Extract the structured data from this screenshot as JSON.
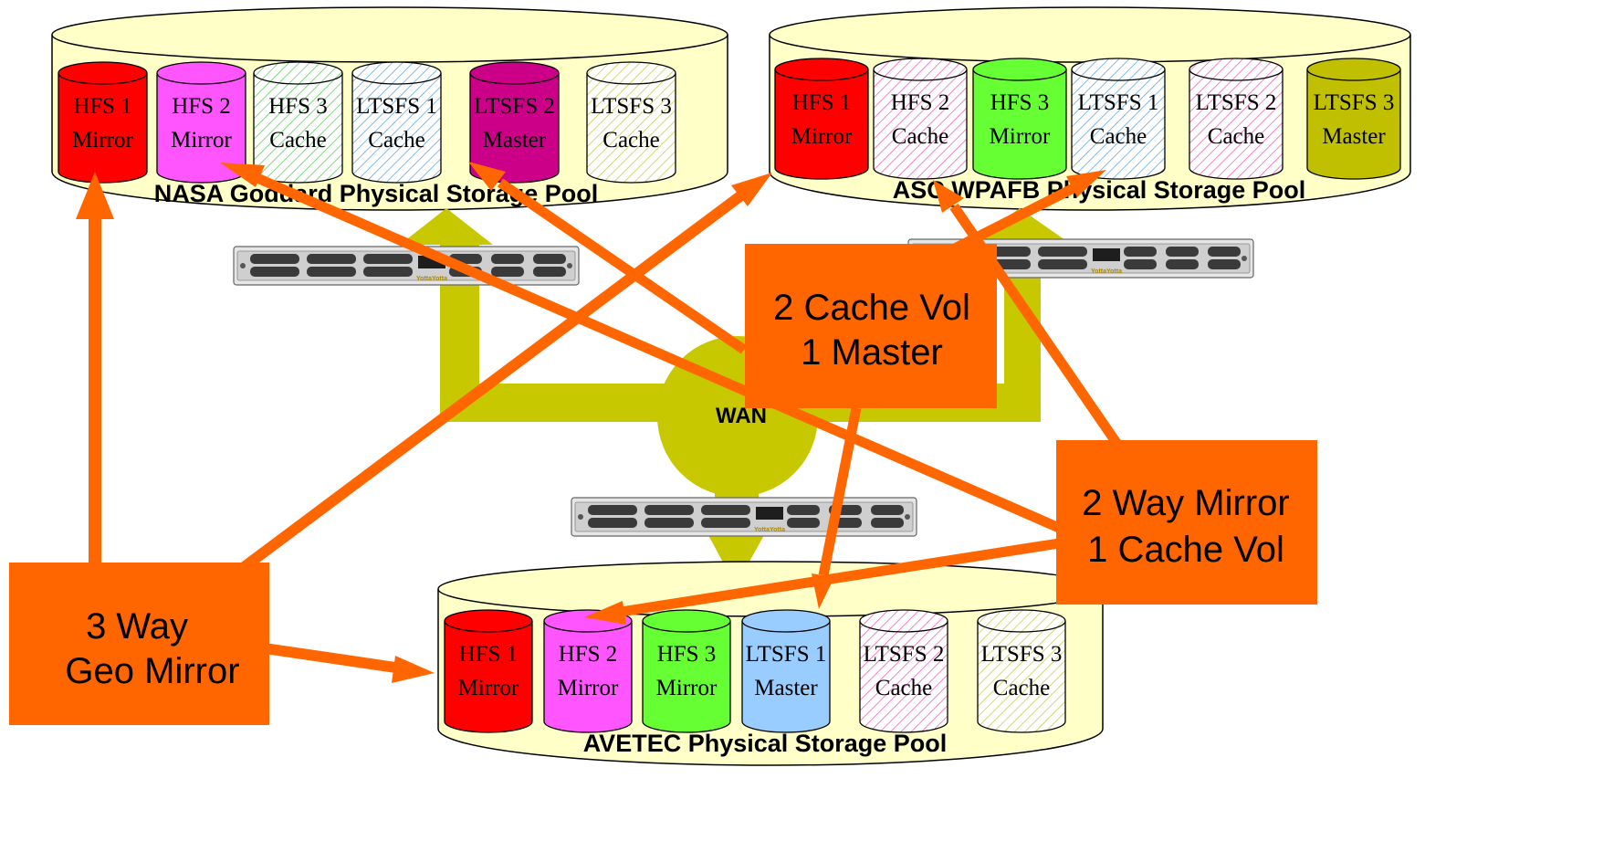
{
  "colors": {
    "pool_fill": "#ffffc8",
    "wan": "#c8c800",
    "arrow": "#ff6600",
    "callout": "#ff6600",
    "red": "#ff0000",
    "magenta": "#ff55ff",
    "green": "#66ff33",
    "dark_magenta": "#cc0088",
    "olive": "#c0c000",
    "light_blue": "#99ccff",
    "hatch_green": "#66cc66",
    "hatch_blue": "#66aadd",
    "hatch_pink": "#ee66bb",
    "hatch_yellow": "#cccc55"
  },
  "pools": [
    {
      "name": "NASA Goddard Physical Storage Pool",
      "volumes": [
        {
          "line1": "HFS 1",
          "line2": "Mirror",
          "style": "solid",
          "color": "red"
        },
        {
          "line1": "HFS 2",
          "line2": "Mirror",
          "style": "solid",
          "color": "magenta"
        },
        {
          "line1": "HFS 3",
          "line2": "Cache",
          "style": "hatch",
          "color": "hatch_green"
        },
        {
          "line1": "LTSFS 1",
          "line2": "Cache",
          "style": "hatch",
          "color": "hatch_blue"
        },
        {
          "line1": "LTSFS 2",
          "line2": "Master",
          "style": "solid",
          "color": "dark_magenta"
        },
        {
          "line1": "LTSFS 3",
          "line2": "Cache",
          "style": "hatch",
          "color": "hatch_yellow"
        }
      ]
    },
    {
      "name": "ASC WPAFB Physical Storage Pool",
      "volumes": [
        {
          "line1": "HFS 1",
          "line2": "Mirror",
          "style": "solid",
          "color": "red"
        },
        {
          "line1": "HFS 2",
          "line2": "Cache",
          "style": "hatch",
          "color": "hatch_pink"
        },
        {
          "line1": "HFS 3",
          "line2": "Mirror",
          "style": "solid",
          "color": "green"
        },
        {
          "line1": "LTSFS 1",
          "line2": "Cache",
          "style": "hatch",
          "color": "hatch_blue"
        },
        {
          "line1": "LTSFS 2",
          "line2": "Cache",
          "style": "hatch",
          "color": "hatch_pink"
        },
        {
          "line1": "LTSFS 3",
          "line2": "Master",
          "style": "solid",
          "color": "olive"
        }
      ]
    },
    {
      "name": "AVETEC Physical Storage Pool",
      "volumes": [
        {
          "line1": "HFS 1",
          "line2": "Mirror",
          "style": "solid",
          "color": "red"
        },
        {
          "line1": "HFS 2",
          "line2": "Mirror",
          "style": "solid",
          "color": "magenta"
        },
        {
          "line1": "HFS 3",
          "line2": "Mirror",
          "style": "solid",
          "color": "green"
        },
        {
          "line1": "LTSFS 1",
          "line2": "Master",
          "style": "solid",
          "color": "light_blue"
        },
        {
          "line1": "LTSFS 2",
          "line2": "Cache",
          "style": "hatch",
          "color": "hatch_pink"
        },
        {
          "line1": "LTSFS 3",
          "line2": "Cache",
          "style": "hatch",
          "color": "hatch_yellow"
        }
      ]
    }
  ],
  "wan": {
    "label": "WAN"
  },
  "callouts": [
    {
      "id": "three-way-geo-mirror",
      "lines": [
        "3 Way",
        "Geo Mirror"
      ]
    },
    {
      "id": "two-cache-vol-one-master",
      "lines": [
        "2 Cache Vol",
        "1 Master"
      ]
    },
    {
      "id": "two-way-mirror-one-cache",
      "lines": [
        "2 Way Mirror",
        "1 Cache Vol"
      ]
    }
  ],
  "appliances": [
    {
      "id": "nasa-appliance",
      "brand": "YottaYotta"
    },
    {
      "id": "asc-appliance",
      "brand": "YottaYotta"
    },
    {
      "id": "avetec-appliance",
      "brand": "YottaYotta"
    }
  ]
}
